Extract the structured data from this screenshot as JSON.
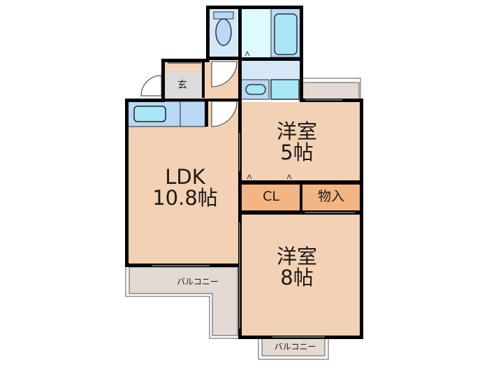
{
  "floorplan": {
    "colors": {
      "room": "#f3d1b4",
      "storage": "#f4b584",
      "entry": "#dcdcdc",
      "wet": "#d4e8f8",
      "fixture": "#a8e6f5",
      "balcony": "#e3dad3",
      "wall": "#000000"
    },
    "rooms": {
      "ldk": {
        "name": "LDK",
        "size": "10.8帖"
      },
      "western_room_5": {
        "name": "洋室",
        "size": "5帖"
      },
      "western_room_8": {
        "name": "洋室",
        "size": "8帖"
      },
      "closet": {
        "name": "CL"
      },
      "storage": {
        "name": "物入"
      },
      "entrance": {
        "name": "玄"
      },
      "balcony_left": {
        "name": "バルコニー"
      },
      "balcony_bottom": {
        "name": "バルコニー"
      }
    }
  }
}
